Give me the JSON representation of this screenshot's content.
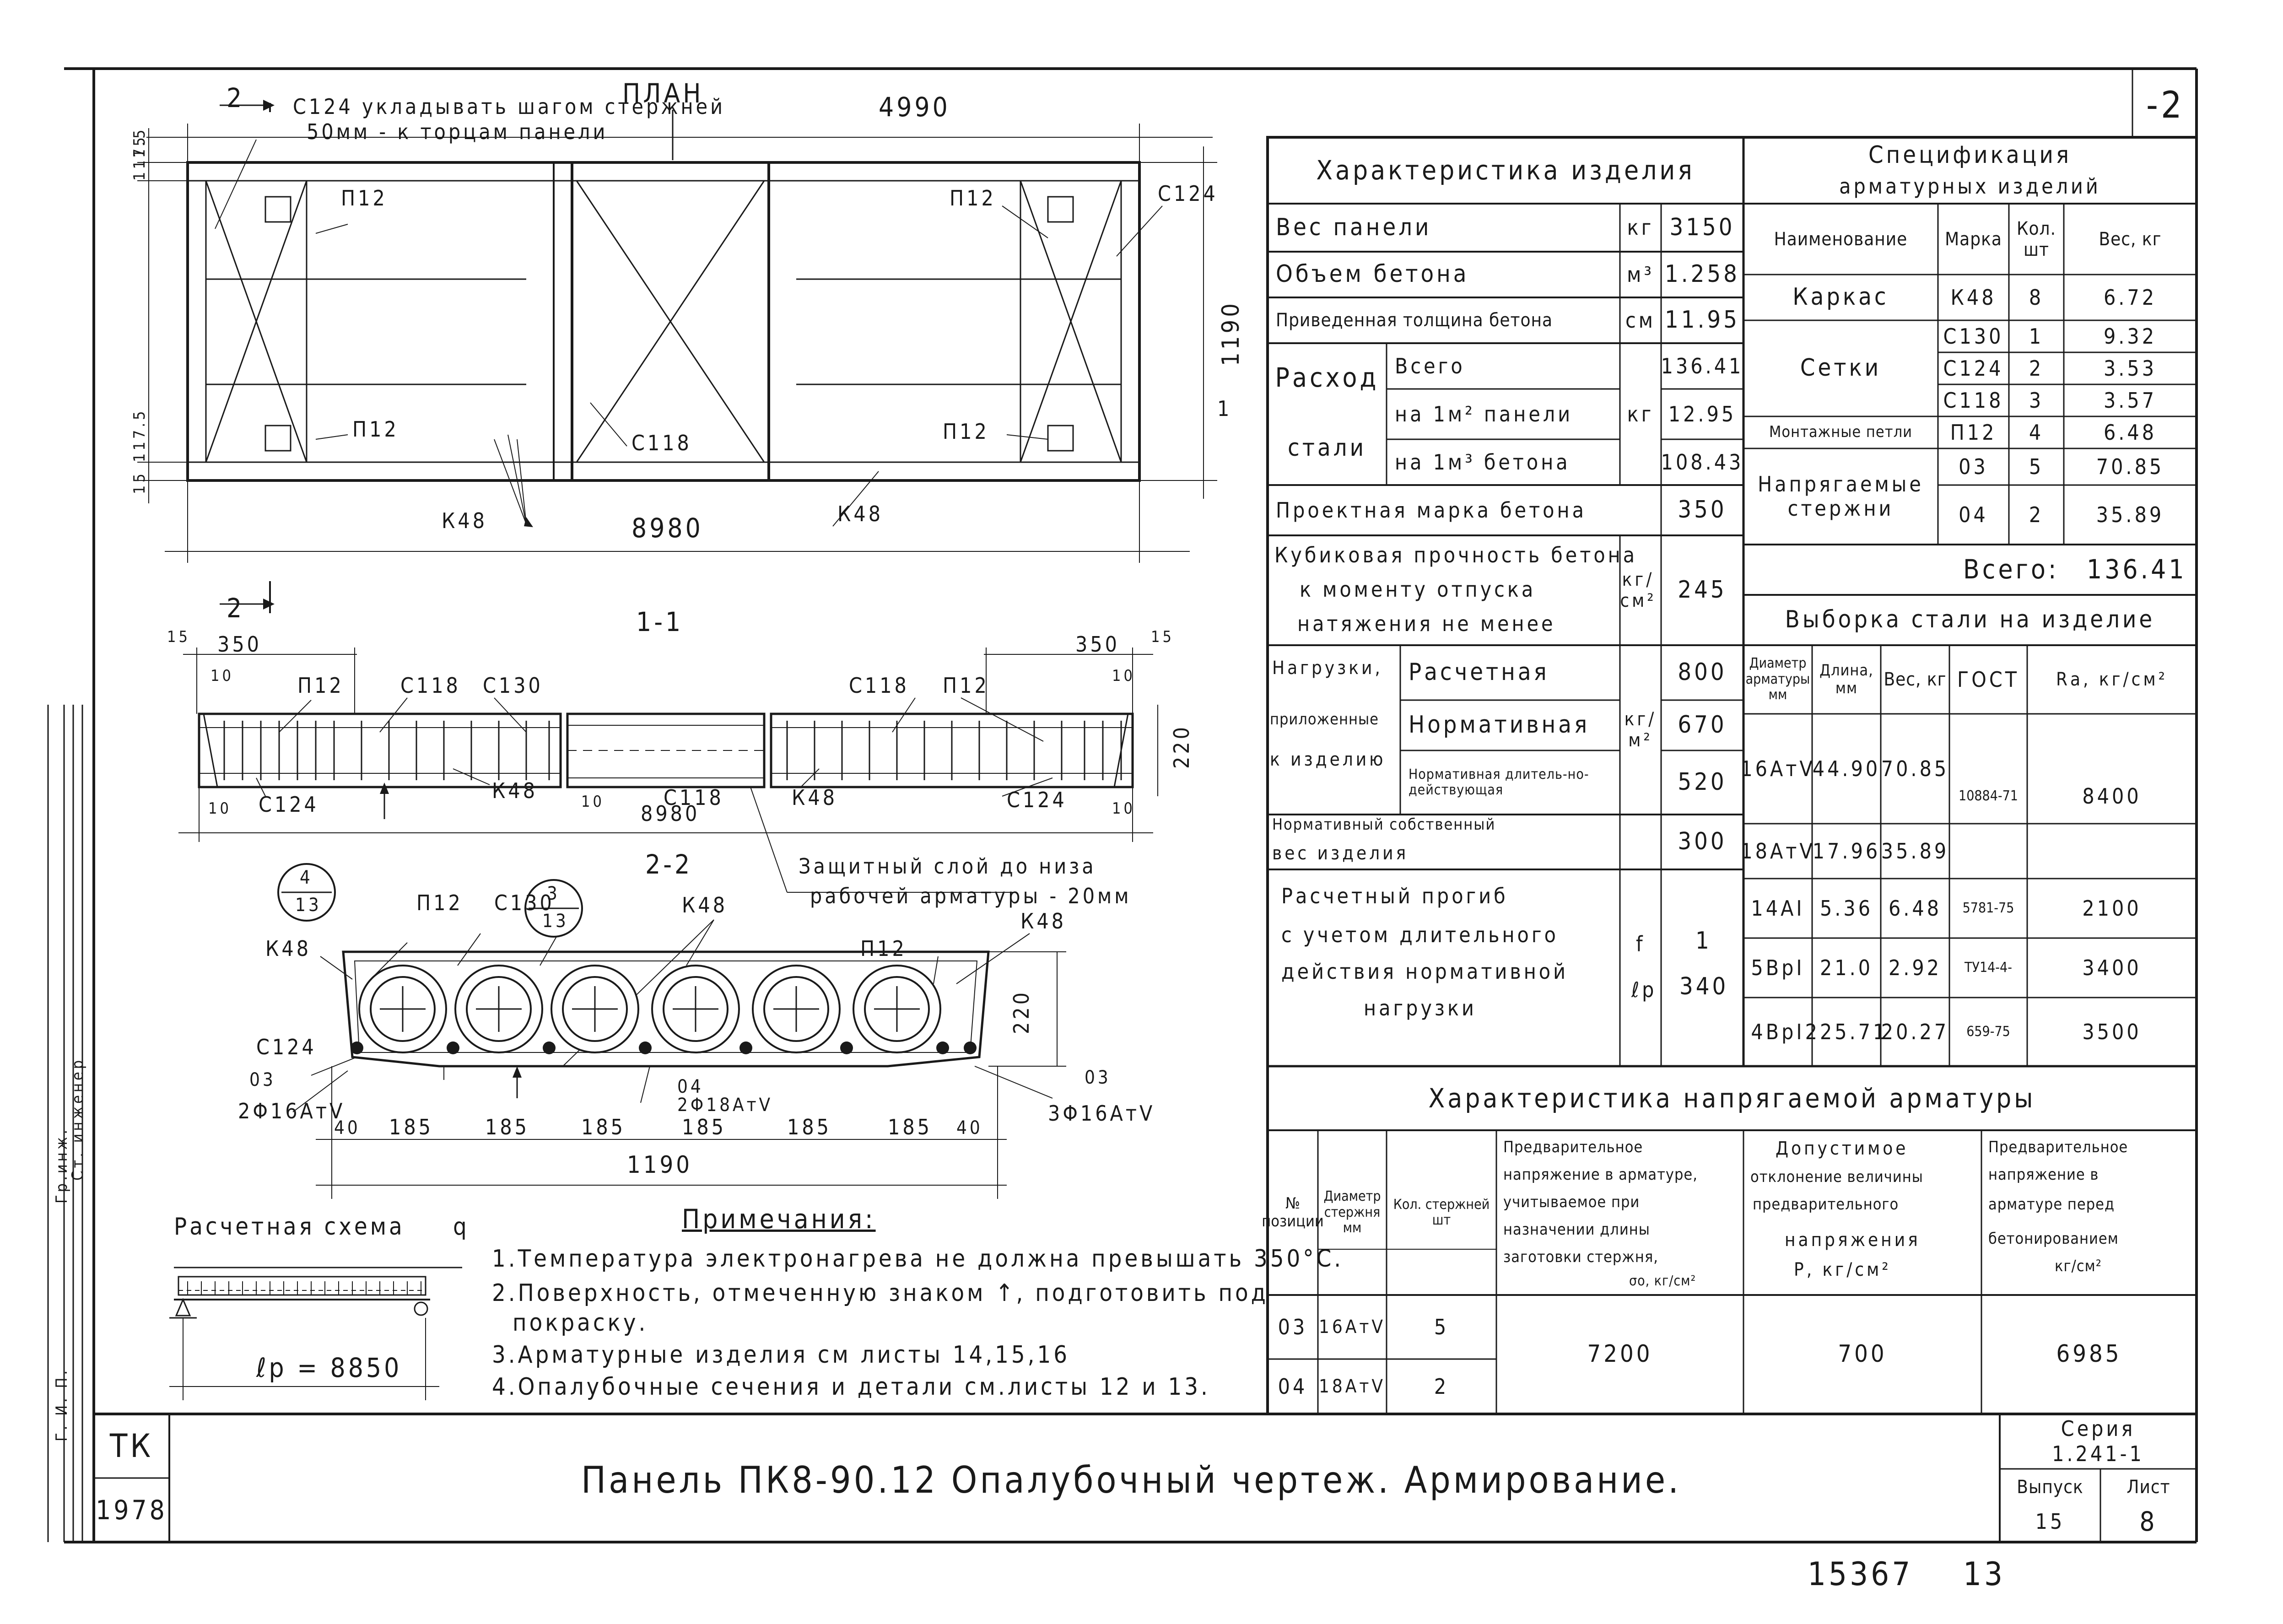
{
  "page": {
    "sheet_marker": "-2",
    "footer_stamp": "15367",
    "footer_page": "13"
  },
  "plan": {
    "heading": "ПЛАН",
    "note_line1": "С124 укладывать шагом стержней",
    "note_line2": "50мм - к торцам панели",
    "section_mark": "2",
    "length_top": "4990",
    "length_bottom": "8980",
    "width": "1190",
    "side_dims": [
      "117.5",
      "15",
      "117.5",
      "15"
    ],
    "marks": {
      "p12_a": "П12",
      "p12_b": "П12",
      "p12_c": "П12",
      "p12_d": "П12",
      "c124": "С124",
      "c118": "С118",
      "k48_a": "К48",
      "k48_b": "К48",
      "side_1": "1"
    }
  },
  "section11": {
    "heading": "1-1",
    "dims": {
      "d15l": "15",
      "d350l": "350",
      "d10l": "10",
      "d10b": "10",
      "d350r": "350",
      "d15r": "15",
      "d10r": "10",
      "d10br": "10",
      "h220": "220",
      "len": "8980",
      "d10m": "10"
    },
    "marks": {
      "p12": "П12",
      "c118": "С118",
      "c130": "С130",
      "c124": "С124",
      "k48": "К48",
      "c118b": "С118",
      "k48b": "К48",
      "c118r": "С118",
      "p12r": "П12",
      "c124r": "С124"
    },
    "cover_note_1": "Защитный слой до низа",
    "cover_note_2": "рабочей арматуры - 20мм"
  },
  "section22": {
    "heading": "2-2",
    "callout_a_top": "4",
    "callout_a_bot": "13",
    "callout_b_top": "3",
    "callout_b_bot": "13",
    "marks": {
      "p12": "П12",
      "c130": "С130",
      "k48_a": "К48",
      "k48_b": "К48",
      "p12_b": "П12",
      "k48_c": "К48",
      "c124": "С124",
      "o3_l": "03",
      "o4": "04",
      "o3_r": "03",
      "bar_l": "2Φ16АтⅤ",
      "bar_m": "2Φ18АтⅤ",
      "bar_r": "3Φ16АтⅤ"
    },
    "h220": "220",
    "spacings": [
      "40",
      "185",
      "185",
      "185",
      "185",
      "185",
      "185",
      "40"
    ],
    "total_width": "1190"
  },
  "scheme": {
    "title": "Расчетная схема",
    "load": "q",
    "span": "ℓр = 8850"
  },
  "notes": {
    "title": "Примечания:",
    "items": [
      "1.Температура электронагрева не должна превышать 350°С.",
      "2.Поверхность, отмеченную знаком ↑, подготовить под",
      "покраску.",
      "3.Арматурные изделия см листы 14,15,16",
      "4.Опалубочные сечения и детали см.листы 12 и 13."
    ]
  },
  "characteristics": {
    "title": "Характеристика изделия",
    "weight_label": "Вес панели",
    "weight_unit": "кг",
    "weight_value": "3150",
    "volume_label": "Объем бетона",
    "volume_unit": "м³",
    "volume_value": "1.258",
    "thickness_label": "Приведенная толщина бетона",
    "thickness_unit": "см",
    "thickness_value": "11.95",
    "steel_label_1": "Расход",
    "steel_label_2": "стали",
    "steel_unit": "кг",
    "steel_rows": [
      {
        "label": "Всего",
        "value": "136.41"
      },
      {
        "label": "на 1м² панели",
        "value": "12.95"
      },
      {
        "label": "на 1м³ бетона",
        "value": "108.43"
      }
    ],
    "grade_label": "Проектная марка бетона",
    "grade_value": "350",
    "cube_lines": [
      "Кубиковая прочность бетона",
      "к моменту отпуска",
      "натяжения не менее"
    ],
    "cube_unit": "кг/см²",
    "cube_value": "245",
    "loads_lines": [
      "Нагрузки,",
      "приложенные",
      "к изделию"
    ],
    "loads_unit": "кг/м²",
    "loads_rows": [
      {
        "label": "Расчетная",
        "value": "800"
      },
      {
        "label": "Нормативная",
        "value": "670"
      },
      {
        "label": "Нормативная длитель-но-действующая",
        "value": "520"
      }
    ],
    "own_weight_lines": [
      "Нормативный собственный",
      "вес изделия"
    ],
    "own_weight_value": "300",
    "deflection_lines": [
      "Расчетный прогиб",
      "с учетом длительного",
      "действия нормативной",
      "нагрузки"
    ],
    "deflection_unit_top": "f",
    "deflection_unit_bot": "ℓр",
    "deflection_top": "1",
    "deflection_bot": "340"
  },
  "specification": {
    "title_1": "Спецификация",
    "title_2": "арматурных изделий",
    "headers": [
      "Наименование",
      "Марка",
      "Кол. шт",
      "Вес, кг"
    ],
    "rows": [
      {
        "group": "Каркас",
        "mark": "К48",
        "qty": "8",
        "weight": "6.72"
      },
      {
        "group": "Сетки",
        "mark": "С130",
        "qty": "1",
        "weight": "9.32"
      },
      {
        "group": "",
        "mark": "С124",
        "qty": "2",
        "weight": "3.53"
      },
      {
        "group": "",
        "mark": "С118",
        "qty": "3",
        "weight": "3.57"
      },
      {
        "group": "Монтажные петли",
        "mark": "П12",
        "qty": "4",
        "weight": "6.48"
      },
      {
        "group": "Напрягаемые стержни",
        "mark": "03",
        "qty": "5",
        "weight": "70.85"
      },
      {
        "group": "",
        "mark": "04",
        "qty": "2",
        "weight": "35.89"
      }
    ],
    "total_label": "Всего:",
    "total_value": "136.41"
  },
  "steel_selection": {
    "title": "Выборка стали на изделие",
    "headers": [
      "Диаметр арматуры мм",
      "Длина, мм",
      "Вес, кг",
      "ГОСТ",
      "Rа, кг/см²"
    ],
    "rows": [
      {
        "diam": "16АтⅤ",
        "length": "44.90",
        "weight": "70.85",
        "gost": "10884-71",
        "ra": "8400"
      },
      {
        "diam": "18АтⅤ",
        "length": "17.96",
        "weight": "35.89",
        "gost": "",
        "ra": ""
      },
      {
        "diam": "14АⅠ",
        "length": "5.36",
        "weight": "6.48",
        "gost": "5781-75",
        "ra": "2100"
      },
      {
        "diam": "5ВрⅠ",
        "length": "21.0",
        "weight": "2.92",
        "gost": "ТУ14-4-",
        "ra": "3400"
      },
      {
        "diam": "4ВрⅠ",
        "length": "225.71",
        "weight": "20.27",
        "gost": "659-75",
        "ra": "3500"
      }
    ]
  },
  "tension": {
    "title": "Характеристика напрягаемой арматуры",
    "h_pos": "№ позиции",
    "h_diam": "Диаметр стержня мм",
    "h_qty": "Кол. стержней шт",
    "h_pre_lines": [
      "Предварительное",
      "напряжение в арматуре,",
      "учитываемое при",
      "назначении длины",
      "заготовки стержня,",
      "σо, кг/см²"
    ],
    "h_dev_lines": [
      "Допустимое",
      "отклонение величины",
      "предварительного",
      "напряжения",
      "Р, кг/см²"
    ],
    "h_before_lines": [
      "Предварительное",
      "напряжение в",
      "арматуре перед",
      "бетонированием",
      "кг/см²"
    ],
    "rows": [
      {
        "pos": "03",
        "diam": "16АтⅤ",
        "qty": "5"
      },
      {
        "pos": "04",
        "diam": "18АтⅤ",
        "qty": "2"
      }
    ],
    "pre_value": "7200",
    "dev_value": "700",
    "before_value": "6985"
  },
  "title_block": {
    "title": "Панель ПК8-90.12 Опалубочный чертеж. Армирование.",
    "org": "ТК",
    "year": "1978",
    "series_label": "Серия",
    "series_value": "1.241-1",
    "issue_label": "Выпуск",
    "issue_value": "15",
    "sheet_label": "Лист",
    "sheet_value": "8",
    "side_text_1": "Ст. инженер",
    "side_text_2": "Гр.инж.",
    "side_text_3": "Г. И. П."
  }
}
